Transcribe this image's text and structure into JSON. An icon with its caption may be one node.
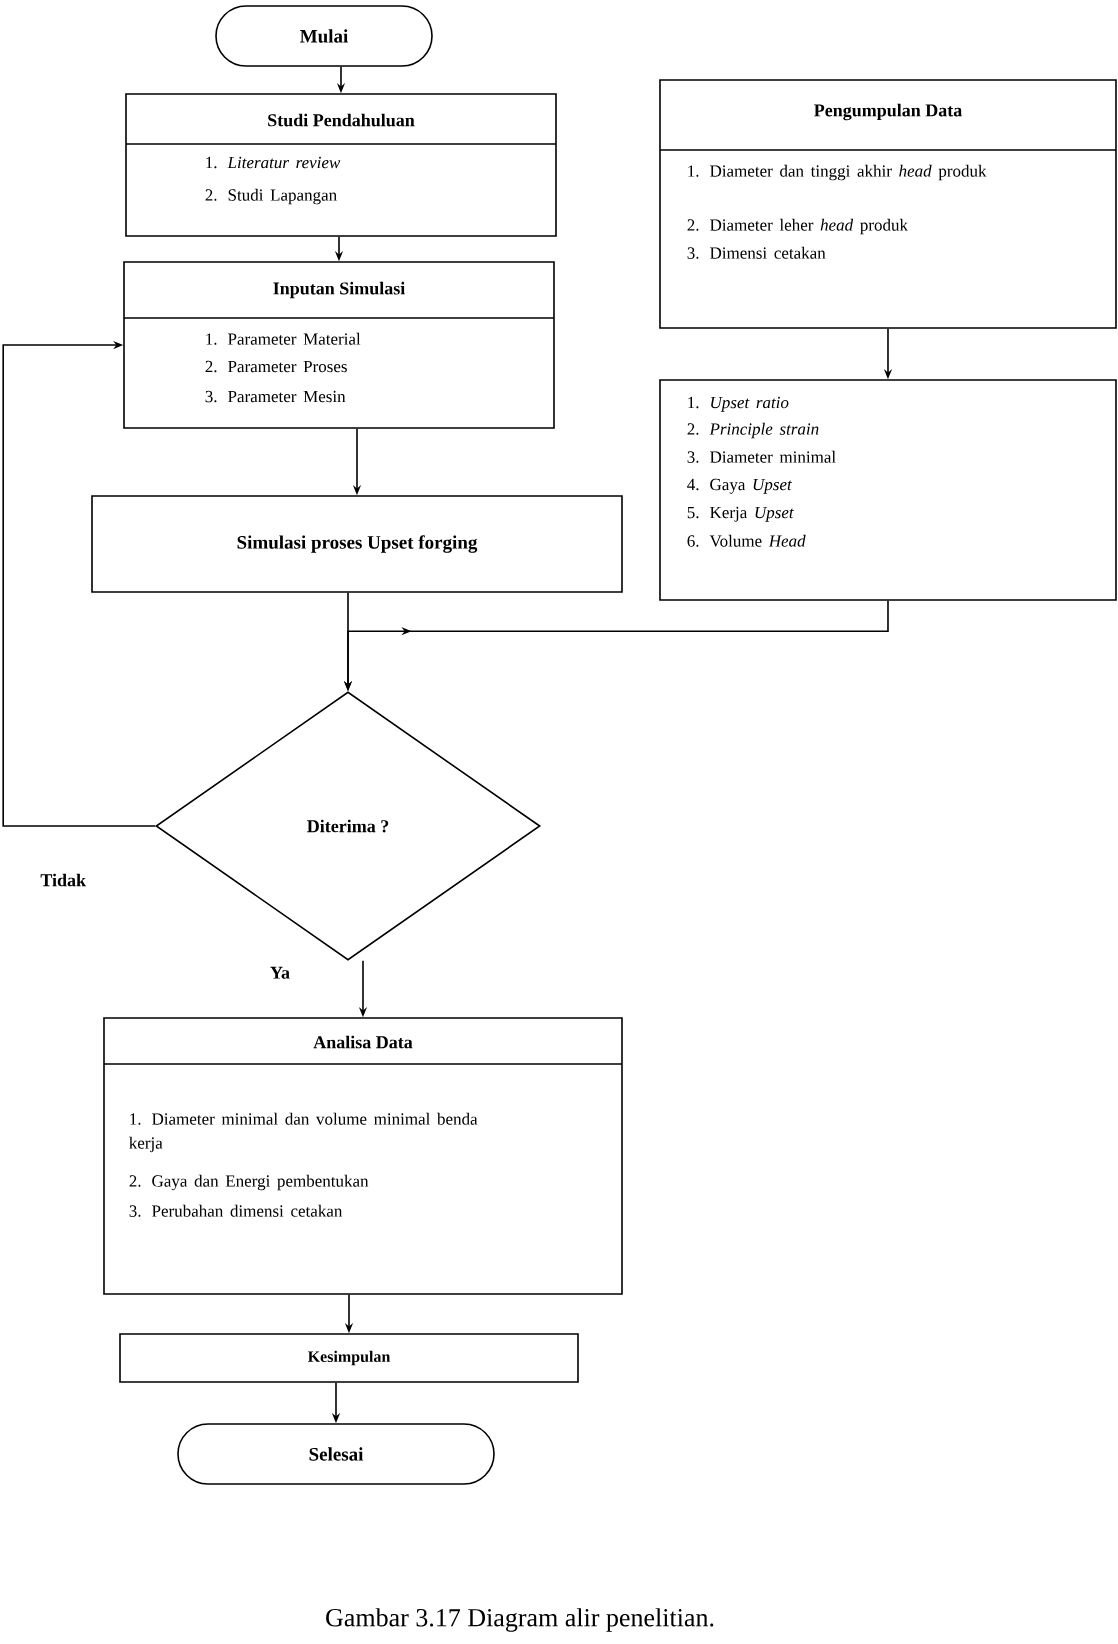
{
  "diagram": {
    "caption": "Gambar 3.17  Diagram alir penelitian.",
    "nodes": [
      {
        "text": [
          "Mulai"
        ]
      },
      {
        "text": [
          "Studi Pendahuluan",
          "1. *Literatur review*",
          "2. Studi Lapangan"
        ]
      },
      {
        "text": [
          "Inputan Simulasi",
          "1. Parameter Material",
          "2. Parameter Proses",
          "3. Parameter Mesin"
        ]
      },
      {
        "text": [
          "Simulasi proses Upset forging"
        ]
      },
      {
        "text": [
          "Pengumpulan Data",
          "1. Diameter dan tinggi akhir *head* produk",
          "2. Diameter leher *head* produk",
          "3. Dimensi cetakan"
        ]
      },
      {
        "text": [
          "1. *Upset ratio*",
          "2. *Principle strain*",
          "3. Diameter minimal",
          "4. Gaya *Upset*",
          "5. Kerja *Upset*",
          "6. Volume *Head*"
        ]
      },
      {
        "text": [
          "Diterima ?"
        ]
      },
      {
        "text": [
          "Analisa Data",
          "1. Diameter minimal dan volume minimal benda kerja",
          "2. Gaya dan Energi pembentukan",
          "3. Perubahan dimensi cetakan"
        ]
      },
      {
        "text": [
          "Kesimpulan"
        ]
      },
      {
        "text": [
          "Selesai"
        ]
      }
    ],
    "edges": [
      {
        "from": 0,
        "to": 1,
        "arrow": "to"
      },
      {
        "from": 1,
        "to": 2,
        "arrow": "to"
      },
      {
        "from": 2,
        "to": 3,
        "arrow": "to"
      },
      {
        "from": 3,
        "to": 6,
        "arrow": "to"
      },
      {
        "from": 4,
        "to": 5,
        "arrow": "to"
      },
      {
        "from": 5,
        "to": 6,
        "arrow": "to"
      },
      {
        "from": 6,
        "to": 2,
        "arrow": "to",
        "label": "Tidak"
      },
      {
        "from": 6,
        "to": 7,
        "arrow": "to",
        "label": "Ya"
      },
      {
        "from": 7,
        "to": 8,
        "arrow": "to"
      },
      {
        "from": 8,
        "to": 9,
        "arrow": "to"
      }
    ]
  }
}
